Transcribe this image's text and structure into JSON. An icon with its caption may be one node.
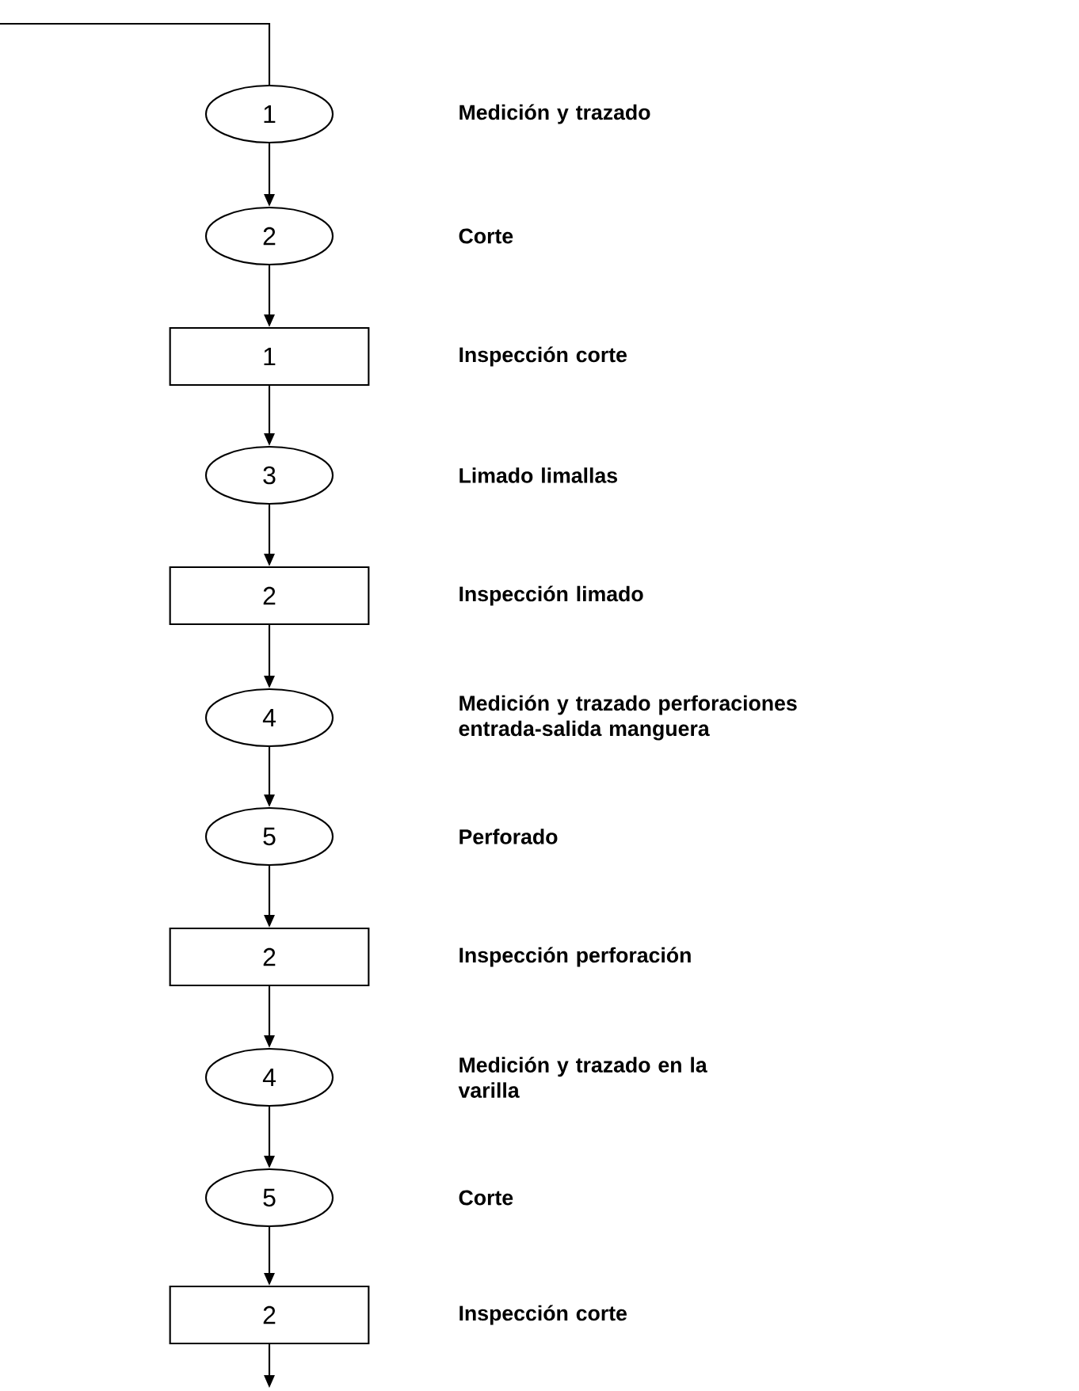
{
  "diagram": {
    "nodes": [
      {
        "text": [
          "1"
        ]
      },
      {
        "text": [
          "2"
        ]
      },
      {
        "text": [
          "1"
        ]
      },
      {
        "text": [
          "3"
        ]
      },
      {
        "text": [
          "2"
        ]
      },
      {
        "text": [
          "4"
        ]
      },
      {
        "text": [
          "5"
        ]
      },
      {
        "text": [
          "2"
        ]
      },
      {
        "text": [
          "4"
        ]
      },
      {
        "text": [
          "5"
        ]
      },
      {
        "text": [
          "2"
        ]
      }
    ],
    "edges": [
      {
        "from": null,
        "to": 0,
        "arrow": "none"
      },
      {
        "from": 0,
        "to": 1,
        "arrow": "to"
      },
      {
        "from": 1,
        "to": 2,
        "arrow": "to"
      },
      {
        "from": 2,
        "to": 3,
        "arrow": "to"
      },
      {
        "from": 3,
        "to": 4,
        "arrow": "to"
      },
      {
        "from": 4,
        "to": 5,
        "arrow": "to"
      },
      {
        "from": 5,
        "to": 6,
        "arrow": "to"
      },
      {
        "from": 6,
        "to": 7,
        "arrow": "to"
      },
      {
        "from": 7,
        "to": 8,
        "arrow": "to"
      },
      {
        "from": 8,
        "to": 9,
        "arrow": "to"
      },
      {
        "from": 9,
        "to": 10,
        "arrow": "to"
      },
      {
        "from": 10,
        "to": null,
        "arrow": "to"
      }
    ],
    "labels": [
      "Medición y trazado",
      "Corte",
      "Inspección corte",
      "Limado limallas",
      "Inspección limado",
      "Medición y trazado perforaciones entrada-salida manguera",
      "Perforado",
      "Inspección perforación",
      "Medición y trazado en la varilla",
      "Corte",
      "Inspección corte"
    ]
  }
}
